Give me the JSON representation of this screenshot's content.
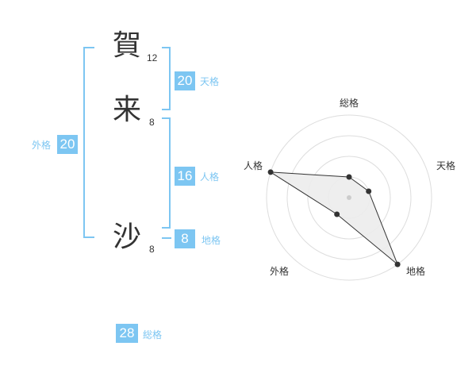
{
  "name_chars": [
    {
      "char": "賀",
      "strokes": "12"
    },
    {
      "char": "来",
      "strokes": "8"
    },
    {
      "char": "沙",
      "strokes": "8"
    }
  ],
  "kakusu": {
    "tenkaku": {
      "value": "20",
      "label": "天格"
    },
    "jinkaku": {
      "value": "16",
      "label": "人格"
    },
    "chikaku": {
      "value": "8",
      "label": "地格"
    },
    "gaikaku": {
      "value": "20",
      "label": "外格"
    },
    "soukaku": {
      "value": "28",
      "label": "総格"
    }
  },
  "colors": {
    "accent": "#7dc6f2",
    "text": "#333333",
    "grid": "#dddddd"
  },
  "chart_data": {
    "type": "radar",
    "axes": [
      "総格",
      "天格",
      "地格",
      "外格",
      "人格"
    ],
    "values": [
      0.25,
      0.25,
      1.0,
      0.25,
      1.0
    ],
    "rings": 4,
    "grid": true
  }
}
